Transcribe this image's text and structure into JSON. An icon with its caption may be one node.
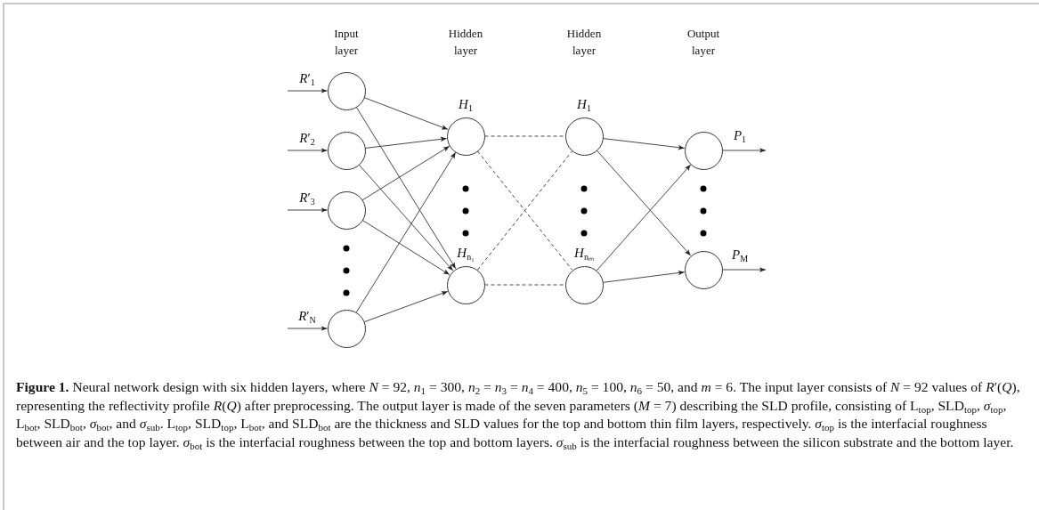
{
  "diagram": {
    "caption": "**Figure 1.** Neural network design with six hidden layers, where *N* = 92, *n*$_{1}$ = 300, *n*$_{2}$ = *n*$_{3}$ = *n*$_{4}$ = 400, *n*$_{5}$ = 100, *n*$_{6}$ = 50, and *m* = 6. The input layer consists of *N* = 92 values of *R*′(*Q*), representing the reflectivity profile *R*(*Q*) after preprocessing. The output layer is made of the seven parameters (*M* = 7) describing the SLD profile, consisting of L$_{top}$, SLD$_{top}$, *σ*$_{top}$, L$_{bot}$, SLD$_{bot}$, *σ*$_{bot}$, and *σ*$_{sub}$. L$_{top}$, SLD$_{top}$, L$_{bot}$, and SLD$_{bot}$ are the thickness and SLD values for the top and bottom thin film layers, respectively. *σ*$_{top}$ is the interfacial roughness between air and the top layer. *σ*$_{bot}$ is the interfacial roughness between the top and bottom layers. *σ*$_{sub}$ is the interfacial roughness between the silicon substrate and the bottom layer.",
    "nodes": [
      {
        "text": [],
        "shape": "circle",
        "beside": [
          "*R*′$_{1}$"
        ]
      },
      {
        "text": [],
        "shape": "circle",
        "beside": [
          "*R*′$_{2}$"
        ]
      },
      {
        "text": [],
        "shape": "circle",
        "beside": [
          "*R*′$_{3}$"
        ]
      },
      {
        "text": [],
        "shape": "circle",
        "beside": [
          "*R*′$_{N}$"
        ]
      },
      {
        "text": [],
        "shape": "circle",
        "beside": [
          "*H*$_{1}$"
        ]
      },
      {
        "text": [],
        "shape": "circle",
        "beside": [
          "*H*$_{n₁}$"
        ]
      },
      {
        "text": [],
        "shape": "circle",
        "beside": [
          "*H*$_{1}$"
        ]
      },
      {
        "text": [],
        "shape": "circle",
        "beside": [
          "*H*$_{nₘ}$"
        ]
      },
      {
        "text": [],
        "shape": "circle",
        "beside": [
          "*P*$_{1}$"
        ]
      },
      {
        "text": [],
        "shape": "circle",
        "beside": [
          "*P*$_{M}$"
        ]
      }
    ],
    "edges": [
      {
        "from": null,
        "to": 0,
        "arrow": "to"
      },
      {
        "from": null,
        "to": 1,
        "arrow": "to"
      },
      {
        "from": null,
        "to": 2,
        "arrow": "to"
      },
      {
        "from": null,
        "to": 3,
        "arrow": "to"
      },
      {
        "from": 0,
        "to": 4,
        "arrow": "to"
      },
      {
        "from": 0,
        "to": 5,
        "arrow": "to"
      },
      {
        "from": 1,
        "to": 4,
        "arrow": "to"
      },
      {
        "from": 1,
        "to": 5,
        "arrow": "to"
      },
      {
        "from": 2,
        "to": 4,
        "arrow": "to"
      },
      {
        "from": 2,
        "to": 5,
        "arrow": "to"
      },
      {
        "from": 3,
        "to": 4,
        "arrow": "to"
      },
      {
        "from": 3,
        "to": 5,
        "arrow": "to"
      },
      {
        "from": 4,
        "to": 6,
        "arrow": "none",
        "style": "dashed"
      },
      {
        "from": 4,
        "to": 7,
        "arrow": "none",
        "style": "dashed"
      },
      {
        "from": 5,
        "to": 6,
        "arrow": "none",
        "style": "dashed"
      },
      {
        "from": 5,
        "to": 7,
        "arrow": "none",
        "style": "dashed"
      },
      {
        "from": 6,
        "to": 8,
        "arrow": "to"
      },
      {
        "from": 6,
        "to": 9,
        "arrow": "to"
      },
      {
        "from": 7,
        "to": 8,
        "arrow": "to"
      },
      {
        "from": 7,
        "to": 9,
        "arrow": "to"
      },
      {
        "from": 8,
        "to": null,
        "arrow": "to"
      },
      {
        "from": 9,
        "to": null,
        "arrow": "to"
      }
    ],
    "labels": [
      "Input layer",
      "Hidden layer",
      "Hidden layer",
      "Output layer"
    ]
  }
}
